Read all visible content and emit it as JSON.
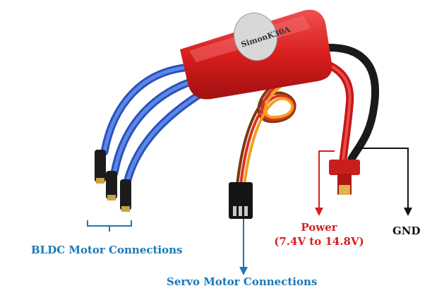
{
  "device": {
    "label": "SimonK30A"
  },
  "labels": {
    "bldc": "BLDC Motor Connections",
    "servo": "Servo Motor Connections",
    "power_title": "Power",
    "power_range": "(7.4V to 14.8V)",
    "gnd": "GND"
  },
  "colors": {
    "blue_label": "#1a78b8",
    "red_label": "#d42020",
    "black_label": "#111111",
    "esc_body": "#e02424",
    "motor_wire": "#3f6fd8",
    "battery_plug": "#c81e1e"
  }
}
